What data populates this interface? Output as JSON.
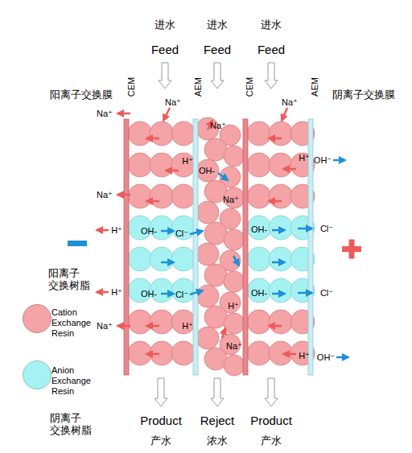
{
  "diagram": {
    "labels": [
      "进水",
      "进水",
      "进水",
      "Feed",
      "Feed",
      "Feed",
      "阳离子交换膜",
      "阴离子交换膜",
      "CEM",
      "AEM",
      "CEM",
      "AEM",
      "Na⁺",
      "Na⁺",
      "H⁺",
      "Na⁺",
      "H⁺",
      "OH-",
      "Cl⁻",
      "H⁺",
      "OH-",
      "Cl⁻",
      "Na⁺",
      "H⁺",
      "Na⁺",
      "OH-",
      "Na⁺",
      "H⁺",
      "Na⁺",
      "Na⁺",
      "H⁺",
      "OH-",
      "OH-",
      "H⁺",
      "OH⁻",
      "Cl⁻",
      "Cl⁻",
      "OH⁻",
      "Product",
      "产水",
      "Reject",
      "浓水",
      "Product",
      "产水",
      "阳离子 交换树脂",
      "阴离子 交换树脂"
    ],
    "legend": [
      {
        "text": "Cation Exchange Resin",
        "color": "#f4a3a6"
      },
      {
        "text": "Anion Exchange Resin",
        "color": "#a6f2f2"
      }
    ]
  }
}
